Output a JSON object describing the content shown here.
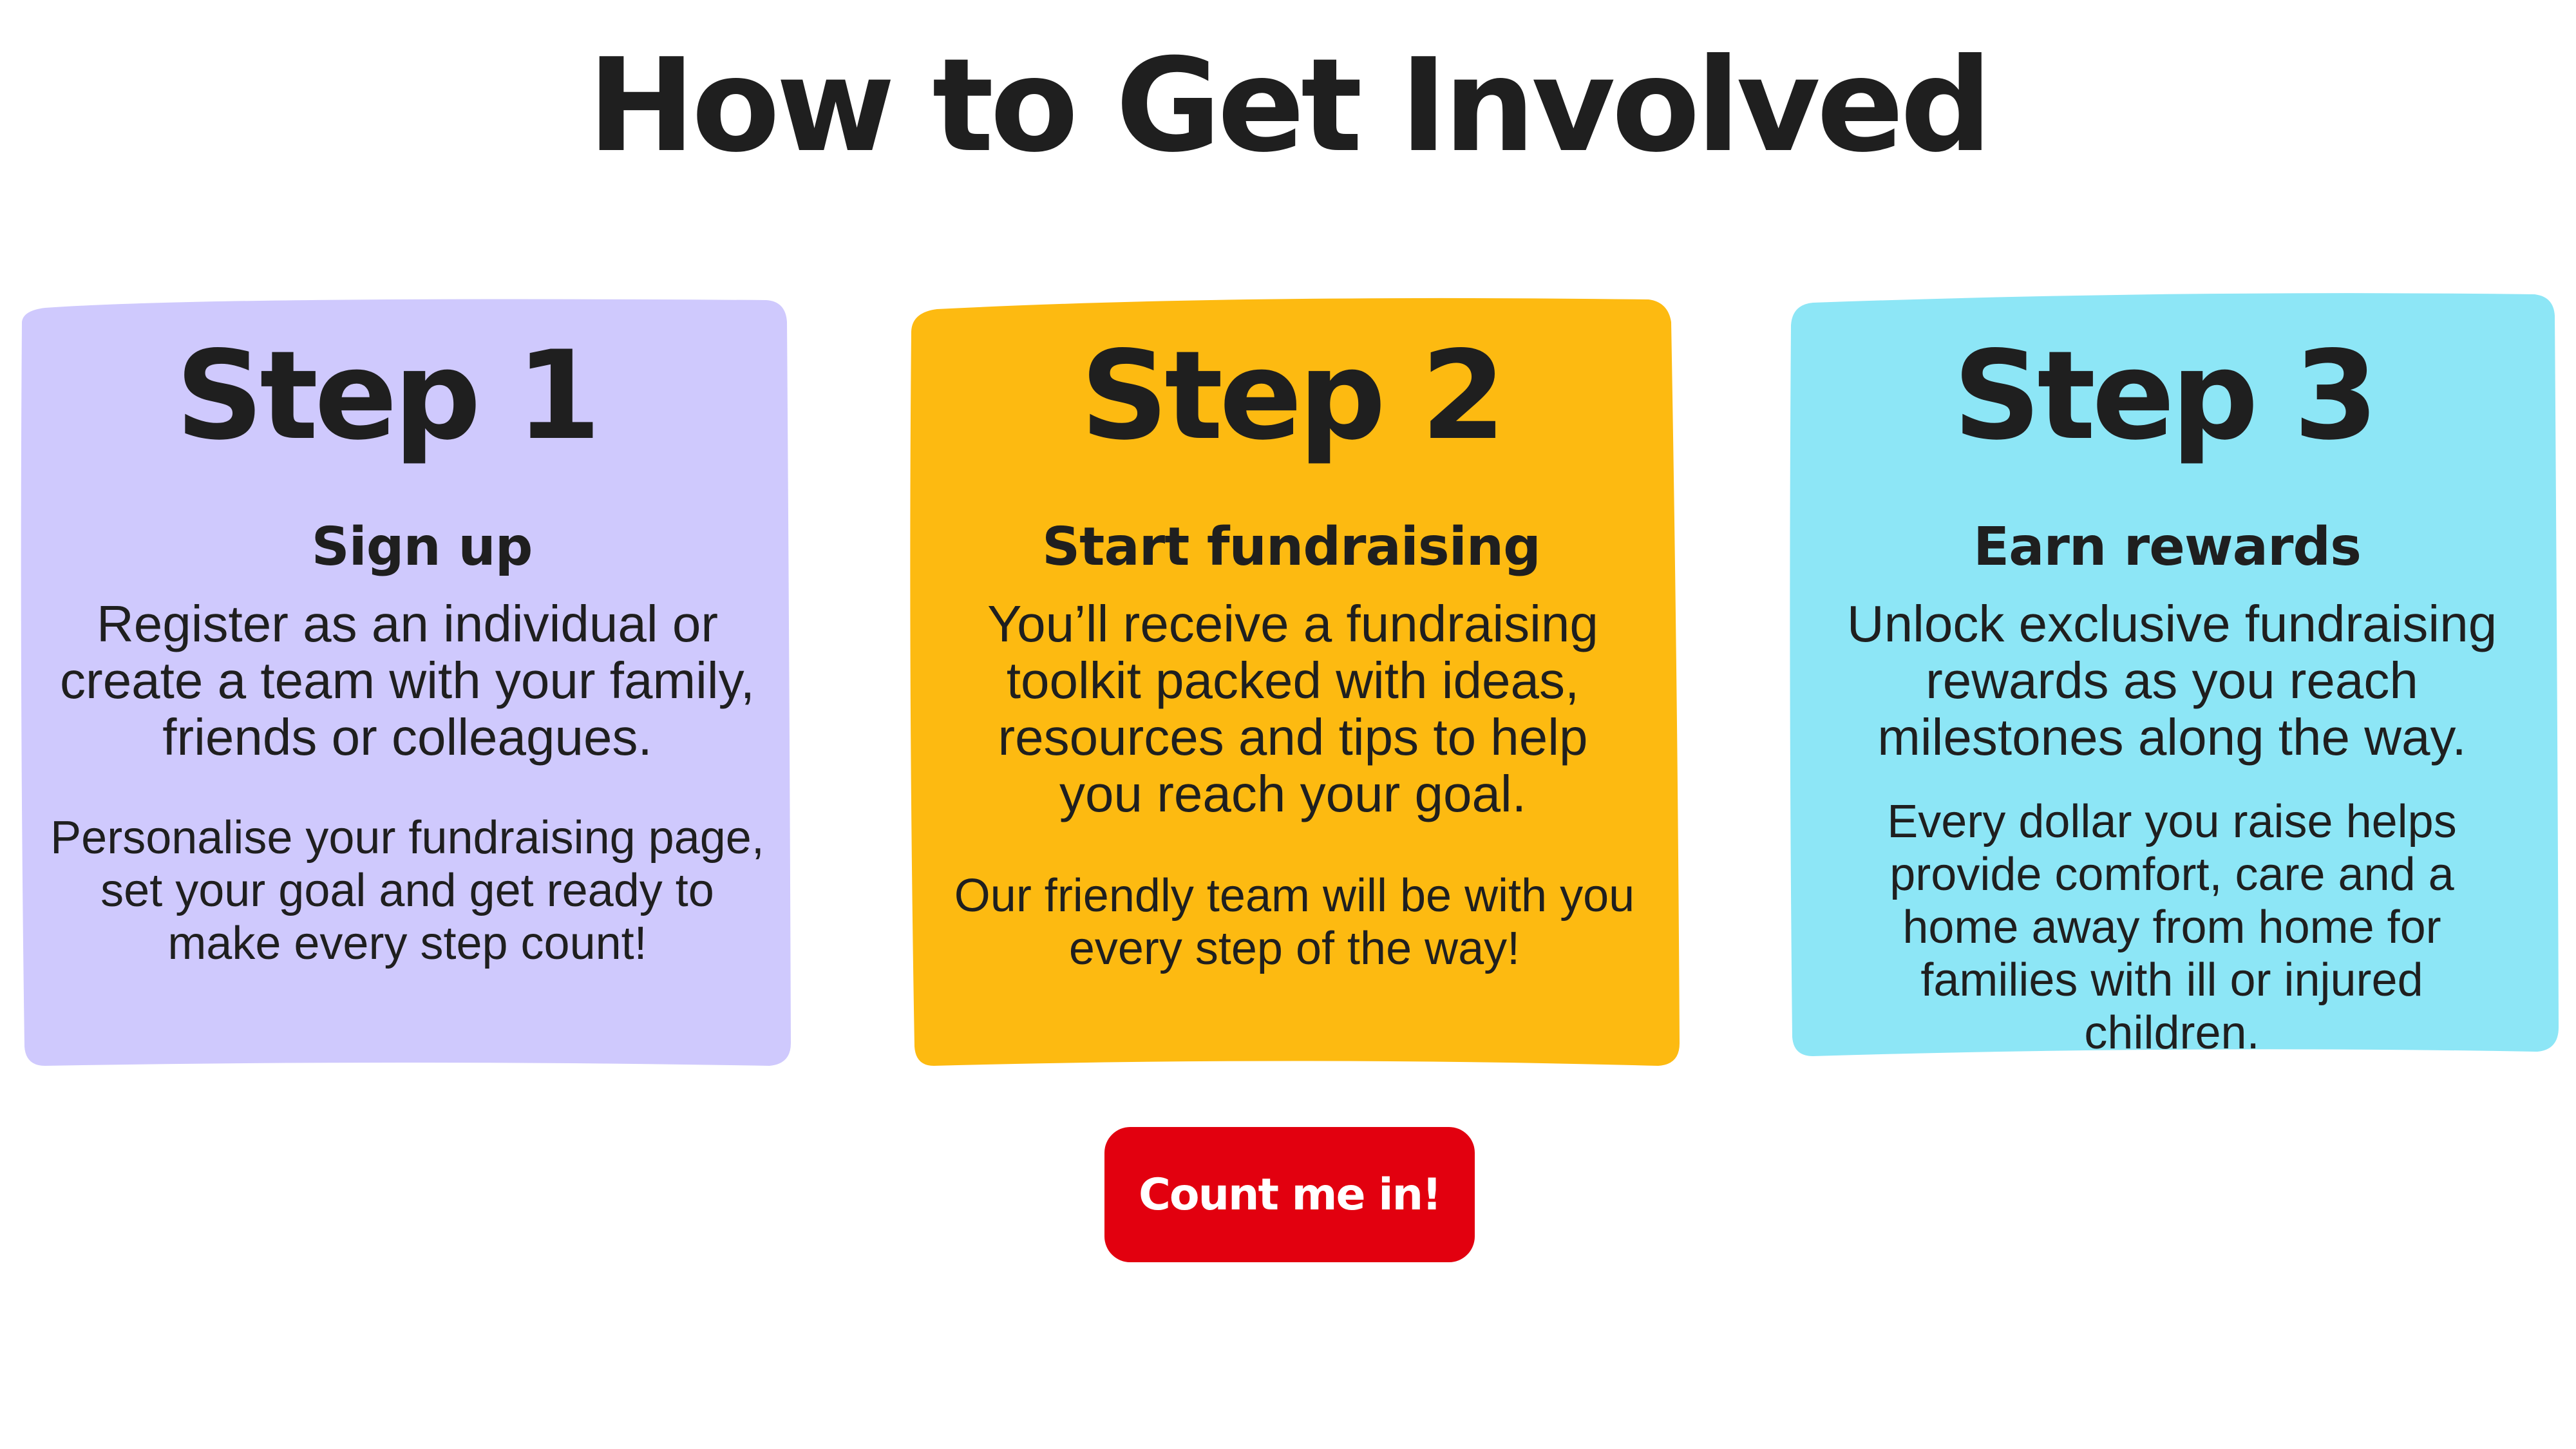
{
  "page": {
    "title": "How to Get Involved"
  },
  "colors": {
    "step1_bg": "#cfc9fd",
    "step2_bg": "#fdba11",
    "step3_bg": "#8de6f6",
    "cta_bg": "#e2000f",
    "text": "#1f1f1f"
  },
  "steps": [
    {
      "title": "Step 1",
      "subtitle": "Sign up",
      "body": "Register as an individual or create a team with your family, friends or colleagues.",
      "body2": "Personalise your fundraising page, set your goal and get ready to make every step count!"
    },
    {
      "title": "Step 2",
      "subtitle": "Start fundraising",
      "body": "You’ll receive a fundraising toolkit packed with ideas, resources and tips to help you reach your goal.",
      "body2": "Our friendly team will be with you every step of the way!"
    },
    {
      "title": "Step 3",
      "subtitle": "Earn rewards",
      "body": "Unlock exclusive fundraising rewards as you reach milestones along the way.",
      "body2": "Every dollar you raise helps provide comfort, care and a home away from home for families with ill or injured children."
    }
  ],
  "cta": {
    "label": "Count me in!"
  }
}
